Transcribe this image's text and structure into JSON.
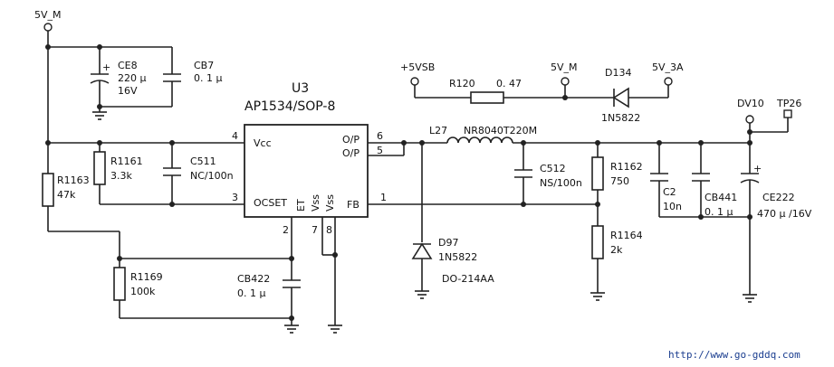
{
  "nets": {
    "v5m_top": "5V_M",
    "v5vsb": "+5VSB",
    "v5m_right": "5V_M",
    "v5v_3a": "5V_3A",
    "dv10": "DV10",
    "tp26": "TP26"
  },
  "ic": {
    "ref": "U3",
    "part": "AP1534/SOP-8",
    "pins": {
      "vcc": "Vcc",
      "ocset": "OCSET",
      "et": "ET",
      "vss1": "Vss",
      "vss2": "Vss",
      "fb": "FB",
      "op1": "O/P",
      "op2": "O/P"
    },
    "pin_numbers": {
      "p4": "4",
      "p3": "3",
      "p2": "2",
      "p7": "7",
      "p8": "8",
      "p1": "1",
      "p6": "6",
      "p5": "5"
    }
  },
  "components": {
    "ce8": {
      "ref": "CE8",
      "v1": "220 μ",
      "v2": "16V"
    },
    "cb7": {
      "ref": "CB7",
      "v1": "0. 1 μ"
    },
    "r1161": {
      "ref": "R1161",
      "v1": "3.3k"
    },
    "c511": {
      "ref": "C511",
      "v1": "NC/100n"
    },
    "r1163": {
      "ref": "R1163",
      "v1": "47k"
    },
    "r1169": {
      "ref": "R1169",
      "v1": "100k"
    },
    "cb422": {
      "ref": "CB422",
      "v1": "0. 1 μ"
    },
    "r120": {
      "ref": "R120",
      "v1": "0. 47"
    },
    "d134": {
      "ref": "D134",
      "v1": "1N5822"
    },
    "l27": {
      "ref": "L27",
      "v1": "NR8040T220M"
    },
    "c512": {
      "ref": "C512",
      "v1": "NS/100n"
    },
    "r1162": {
      "ref": "R1162",
      "v1": "750"
    },
    "r1164": {
      "ref": "R1164",
      "v1": "2k"
    },
    "d97": {
      "ref": "D97",
      "v1": "1N5822",
      "v2": "DO-214AA"
    },
    "c2": {
      "ref": "C2",
      "v1": "10n"
    },
    "cb441": {
      "ref": "CB441",
      "v1": "0. 1 μ"
    },
    "ce222": {
      "ref": "CE222",
      "v1": "470 μ /16V"
    }
  },
  "footer": {
    "url": "http://www.go-gddq.com"
  }
}
